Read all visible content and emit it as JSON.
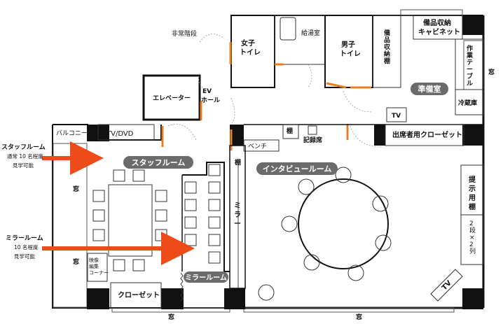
{
  "rooms": {
    "emergency_stairs": "非常階段",
    "women_toilet": [
      "女子",
      "トイレ"
    ],
    "janitor": "給湯室",
    "men_toilet": [
      "男子",
      "トイレ"
    ],
    "storage_label": [
      "備",
      "品",
      "収",
      "納",
      "棚"
    ],
    "cabinet": [
      "備品収納",
      "キャビネット"
    ],
    "work_table": [
      "作",
      "業",
      "テ",
      "ー",
      "ブ",
      "ル"
    ],
    "fridge": "冷蔵庫",
    "prep_room": "準備室",
    "tv_prep": "TV",
    "elevator": "エレベーター",
    "ev_hall": [
      "EV",
      "ホール"
    ],
    "balcony": "バルコニー",
    "tv_dvd": "TV/DVD",
    "shelf_small": "棚",
    "bench": "ベンチ",
    "recorder_seat": "記録席",
    "guest_closet": "出席者用クローゼット",
    "staff_room": "スタッフルーム",
    "interview_room": "インタビュールーム",
    "shelf_left": "棚",
    "mirror": [
      "ミ",
      "ラ",
      "ー"
    ],
    "mirror_room": "ミラールーム",
    "display_shelf": [
      "提",
      "示",
      "用",
      "棚"
    ],
    "display_shelf_spec": [
      "2",
      "段",
      "×",
      "2",
      "列"
    ],
    "window_left_1": "窓",
    "window_left_2": "窓",
    "window_right": "窓",
    "window_bottom_1": "窓",
    "window_bottom_2": "窓",
    "closet": "クローゼット",
    "video_corner": [
      "映像",
      "編集",
      "コーナー"
    ],
    "tv_corner": "TV"
  },
  "annotations": {
    "staff_room_note": [
      "スタッフルーム",
      "通常 10 名程度",
      "見学可能"
    ],
    "mirror_room_note": [
      "ミラールーム",
      "10 名程度",
      "見学可能"
    ]
  },
  "colors": {
    "arrow": "#ee4b1a",
    "pill": "#6b6b6b",
    "door_accent": "#e67e22"
  }
}
